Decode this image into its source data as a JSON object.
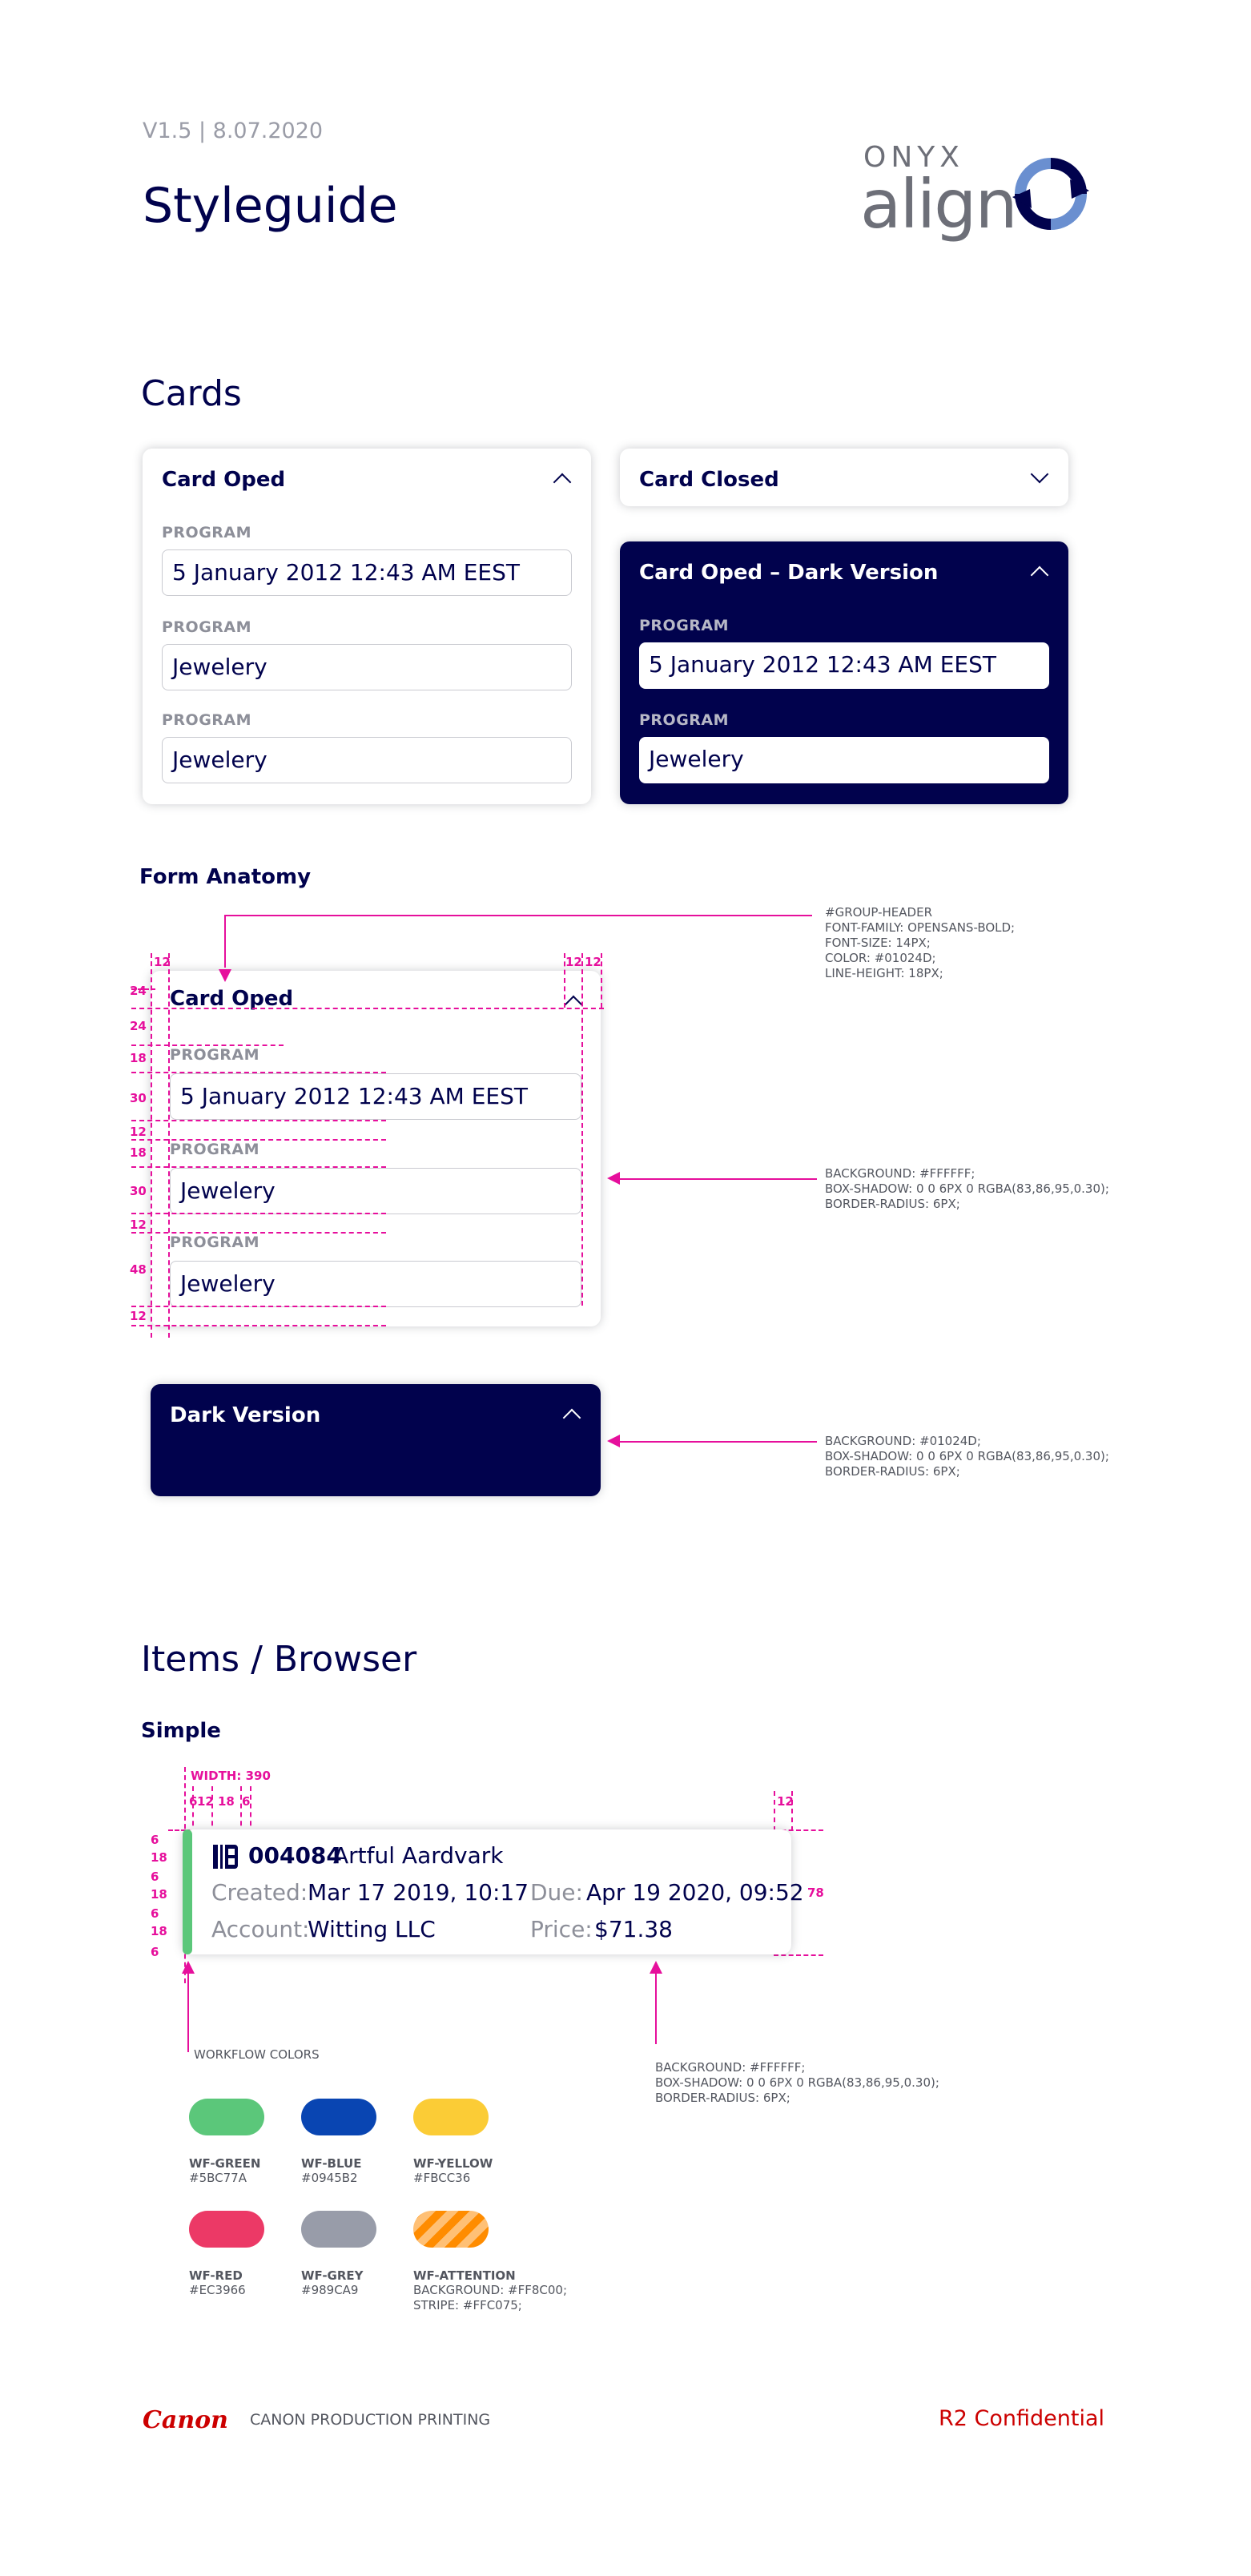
{
  "header": {
    "version": "V1.5 | 8.07.2020",
    "title": "Styleguide",
    "logo_top": "ONYX",
    "logo_bottom": "align"
  },
  "cards_section": {
    "title": "Cards",
    "card_open": {
      "title": "Card Oped",
      "fields": [
        {
          "label": "PROGRAM",
          "value": "5 January 2012 12:43 AM EEST"
        },
        {
          "label": "PROGRAM",
          "value": "Jewelery"
        },
        {
          "label": "PROGRAM",
          "value": "Jewelery"
        }
      ]
    },
    "card_closed": {
      "title": "Card Closed"
    },
    "card_dark": {
      "title": "Card Oped – Dark Version",
      "fields": [
        {
          "label": "PROGRAM",
          "value": "5 January 2012 12:43 AM EEST"
        },
        {
          "label": "PROGRAM",
          "value": "Jewelery"
        }
      ]
    }
  },
  "form_anatomy": {
    "title": "Form Anatomy",
    "card": {
      "title": "Card Oped",
      "fields": [
        {
          "label": "PROGRAM",
          "value": "5 January 2012 12:43 AM EEST"
        },
        {
          "label": "PROGRAM",
          "value": "Jewelery"
        },
        {
          "label": "PROGRAM",
          "value": "Jewelery"
        }
      ]
    },
    "dark_card_title": "Dark Version",
    "dims": {
      "top_12a": "12",
      "right_12a": "12",
      "right_12b": "12",
      "left": [
        "24",
        "24",
        "18",
        "30",
        "12",
        "18",
        "30",
        "12",
        "48",
        "12"
      ]
    },
    "notes": {
      "header": "#GROUP-HEADER\nFONT-FAMILY: OPENSANS-BOLD;\nFONT-SIZE: 14PX;\nCOLOR: #01024D;\nLINE-HEIGHT: 18PX;",
      "light": "BACKGROUND: #FFFFFF;\nBOX-SHADOW: 0 0 6PX 0 RGBA(83,86,95,0.30);\nBORDER-RADIUS: 6PX;",
      "dark": "BACKGROUND: #01024D;\nBOX-SHADOW: 0 0 6PX 0 RGBA(83,86,95,0.30);\nBORDER-RADIUS: 6PX;"
    }
  },
  "items_section": {
    "title": "Items / Browser",
    "subtitle": "Simple",
    "width_note": "WIDTH: 390",
    "top_dims": [
      "6",
      "12",
      "18",
      "6"
    ],
    "right_dim": "12",
    "left_dims": [
      "6",
      "18",
      "6",
      "18",
      "6",
      "18",
      "6"
    ],
    "height_dim": "78",
    "item": {
      "id": "004084",
      "name": "Artful Aardvark",
      "created_label": "Created:",
      "created_value": "Mar 17 2019, 10:17",
      "due_label": "Due:",
      "due_value": "Apr 19 2020, 09:52",
      "account_label": "Account:",
      "account_value": "Witting LLC",
      "price_label": "Price:",
      "price_value": "$71.38"
    },
    "item_note": "BACKGROUND: #FFFFFF;\nBOX-SHADOW: 0 0 6PX 0 RGBA(83,86,95,0.30);\nBORDER-RADIUS: 6PX;",
    "workflow_label": "WORKFLOW COLORS",
    "swatches": [
      {
        "name": "WF-GREEN",
        "hex": "#5BC77A",
        "color": "#5BC77A"
      },
      {
        "name": "WF-BLUE",
        "hex": "#0945B2",
        "color": "#0945B2"
      },
      {
        "name": "WF-YELLOW",
        "hex": "#FBCC36",
        "color": "#FBCC36"
      },
      {
        "name": "WF-RED",
        "hex": "#EC3966",
        "color": "#EC3966"
      },
      {
        "name": "WF-GREY",
        "hex": "#989CA9",
        "color": "#989CA9"
      },
      {
        "name": "WF-ATTENTION",
        "hex": "BACKGROUND: #FF8C00;\nSTRIPE: #FFC075;",
        "color": "#FF8C00",
        "stripe": "#FFC075"
      }
    ]
  },
  "footer": {
    "brand": "Canon",
    "company": "CANON PRODUCTION PRINTING",
    "confidential": "R2 Confidential"
  }
}
